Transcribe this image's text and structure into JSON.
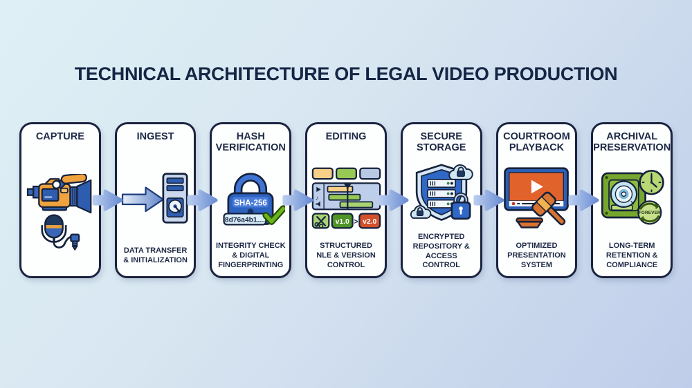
{
  "title": "TECHNICAL ARCHITECTURE OF LEGAL VIDEO PRODUCTION",
  "palette": {
    "background_top": "#def0f5",
    "background_bottom": "#bfcdea",
    "card_border": "#1b2340",
    "card_background": "#fdfefe",
    "text_navy": "#1d2945",
    "flow_arrow_blue": "#6b8dd3",
    "accent_orange": "#f0a23c",
    "accent_blue": "#2f68c6",
    "accent_green": "#8cbb3d",
    "accent_red": "#d4502a",
    "check_green": "#6ab41f"
  },
  "stages": [
    {
      "id": "capture",
      "title": "CAPTURE",
      "subtitle": "",
      "icons": [
        "video-camera",
        "microphone"
      ]
    },
    {
      "id": "ingest",
      "title": "INGEST",
      "subtitle": "DATA TRANSFER\n& INITIALIZATION",
      "icons": [
        "transfer-arrow",
        "storage-tower",
        "hard-disk"
      ]
    },
    {
      "id": "hash-verification",
      "title": "HASH\nVERIFICATION",
      "subtitle": "INTEGRITY CHECK\n& DIGITAL\nFINGERPRINTING",
      "icons": [
        "padlock",
        "checkmark"
      ],
      "lock_label": "SHA-256",
      "hash_value": "8d76a4b1...."
    },
    {
      "id": "editing",
      "title": "EDITING",
      "subtitle": "STRUCTURED\nNLE & VERSION\nCONTROL",
      "icons": [
        "media-clips",
        "timeline",
        "scissors",
        "version-badges"
      ],
      "version_from": "v1.0",
      "version_separator": ">",
      "version_to": "v2.0"
    },
    {
      "id": "secure-storage",
      "title": "SECURE\nSTORAGE",
      "subtitle": "ENCRYPTED\nREPOSITORY &\nACCESS CONTROL",
      "icons": [
        "shield",
        "server-rack",
        "cloud-lock",
        "padlock"
      ]
    },
    {
      "id": "courtroom-playback",
      "title": "COURTROOM\nPLAYBACK",
      "subtitle": "OPTIMIZED\nPRESENTATION\nSYSTEM",
      "icons": [
        "video-monitor",
        "play-button",
        "gavel"
      ]
    },
    {
      "id": "archival-preservation",
      "title": "ARCHIVAL\nPRESERVATION",
      "subtitle": "LONG-TERM\nRETENTION &\nCOMPLIANCE",
      "icons": [
        "archive-drive",
        "optical-disc",
        "clock",
        "forever-loop"
      ],
      "badge_label": "FOREVER"
    }
  ]
}
